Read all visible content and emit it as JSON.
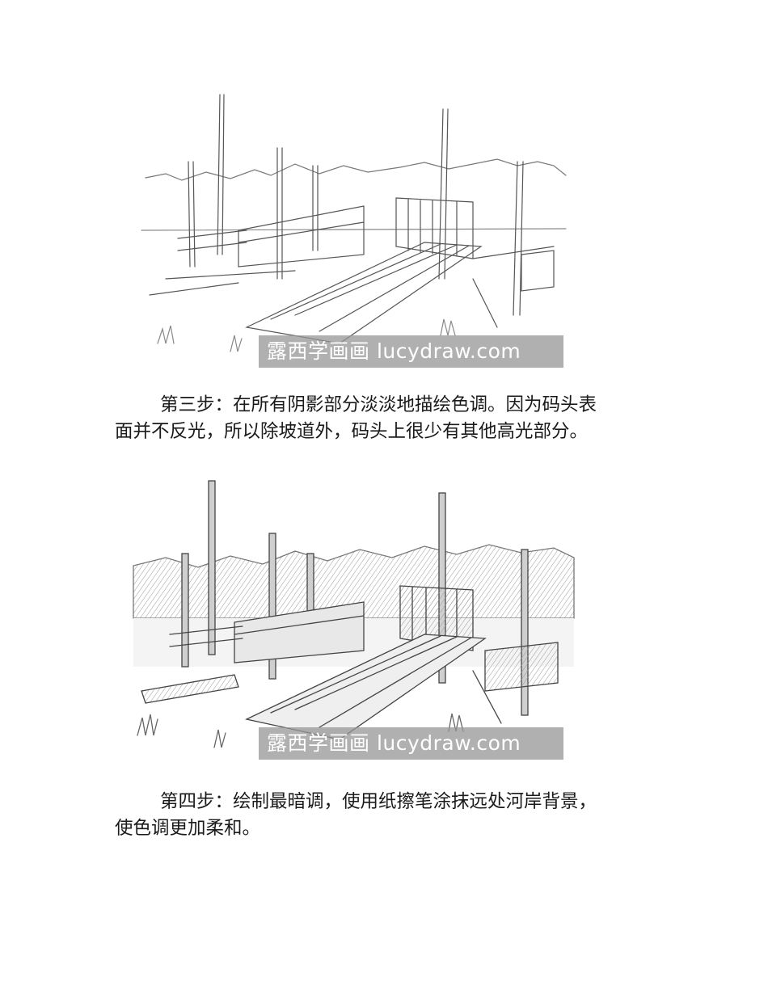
{
  "figures": [
    {
      "watermark": "露西学画画 lucydraw.com"
    },
    {
      "watermark": "露西学画画 lucydraw.com"
    }
  ],
  "paragraphs": [
    {
      "line1": "第三步：在所有阴影部分淡淡地描绘色调。因为码头表",
      "line2": "面并不反光，所以除坡道外，码头上很少有其他高光部分。"
    },
    {
      "line1": "第四步：绘制最暗调，使用纸擦笔涂抹远处河岸背景，",
      "line2": "使色调更加柔和。"
    }
  ]
}
